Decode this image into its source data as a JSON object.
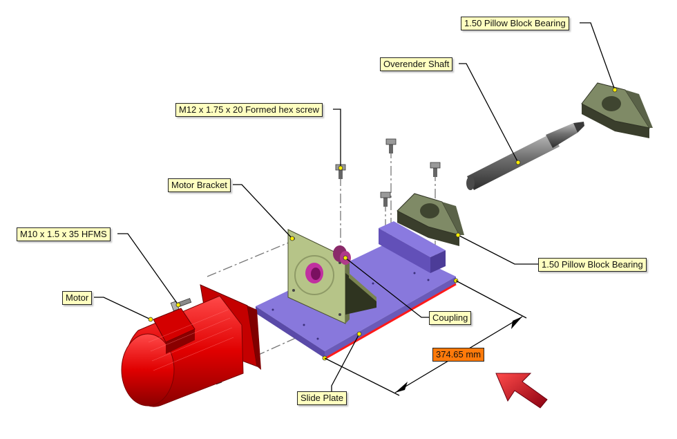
{
  "colors": {
    "callout_bg": "#ffffc0",
    "dimension_bg": "#ff7a0a",
    "motor": "#e00000",
    "slide_plate": "#7a6ad0",
    "bracket": "#a8b878",
    "bearing": "#7f8a66",
    "shaft": "#6a6a6a",
    "arrow": "#c8101a"
  },
  "callouts": {
    "bearing_top": "1.50 Pillow Block Bearing",
    "overender_shaft": "Overender Shaft",
    "hex_screw": "M12 x 1.75 x 20 Formed hex screw",
    "motor_bracket": "Motor Bracket",
    "hfms": "M10 x 1.5 x 35 HFMS",
    "motor": "Motor",
    "bearing_right": "1.50 Pillow Block Bearing",
    "coupling": "Coupling",
    "slide_plate": "Slide Plate"
  },
  "dimension": {
    "label": "374.65 mm"
  }
}
